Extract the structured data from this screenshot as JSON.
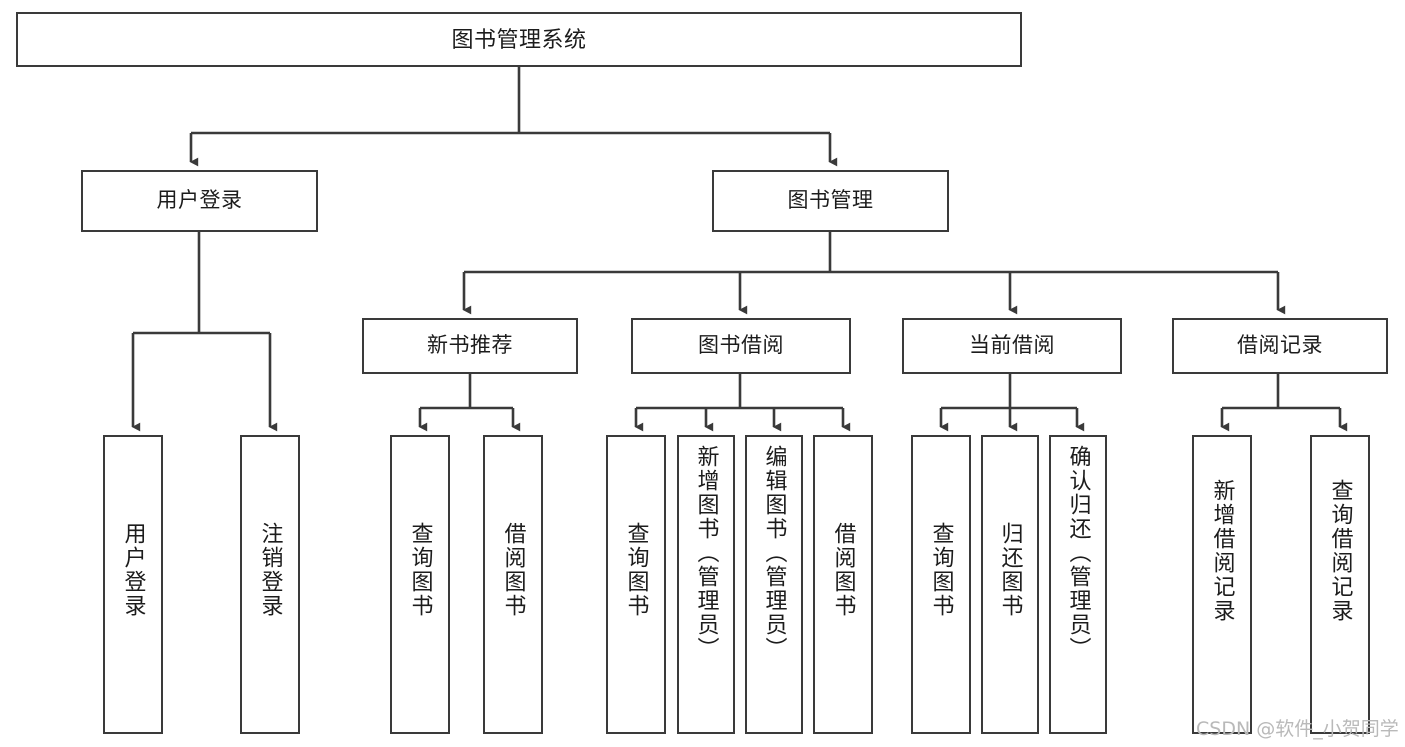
{
  "diagram": {
    "title": "图书管理系统",
    "type": "tree-hierarchy",
    "stroke_color": "#3a3a3a",
    "fill_color": "#ffffff",
    "text_color": "#1c1c1c"
  },
  "watermark": {
    "text": "CSDN @软件_小贺同学",
    "color": "#b9b9b9"
  },
  "nodes": {
    "root": {
      "label": "图书管理系统",
      "level": 1
    },
    "l2": [
      {
        "id": "user-login",
        "label": "用户登录",
        "level": 2
      },
      {
        "id": "book-manage",
        "label": "图书管理",
        "level": 2
      }
    ],
    "l3": [
      {
        "id": "new-book-rec",
        "label": "新书推荐",
        "level": 3,
        "parent": "book-manage"
      },
      {
        "id": "book-borrow",
        "label": "图书借阅",
        "level": 3,
        "parent": "book-manage"
      },
      {
        "id": "current-borrow",
        "label": "当前借阅",
        "level": 3,
        "parent": "book-manage"
      },
      {
        "id": "borrow-record",
        "label": "借阅记录",
        "level": 3,
        "parent": "book-manage"
      }
    ],
    "leaves": [
      {
        "id": "leaf-user-login",
        "label": "用户登录",
        "parent": "user-login"
      },
      {
        "id": "leaf-user-logout",
        "label": "注销登录",
        "parent": "user-login"
      },
      {
        "id": "leaf-query-book-1",
        "label": "查询图书",
        "parent": "new-book-rec"
      },
      {
        "id": "leaf-borrow-book-1",
        "label": "借阅图书",
        "parent": "new-book-rec"
      },
      {
        "id": "leaf-query-book-2",
        "label": "查询图书",
        "parent": "book-borrow"
      },
      {
        "id": "leaf-add-book",
        "label": "新增图书（管理员）",
        "parent": "book-borrow"
      },
      {
        "id": "leaf-edit-book",
        "label": "编辑图书（管理员）",
        "parent": "book-borrow"
      },
      {
        "id": "leaf-borrow-book-2",
        "label": "借阅图书",
        "parent": "book-borrow"
      },
      {
        "id": "leaf-query-book-3",
        "label": "查询图书",
        "parent": "current-borrow"
      },
      {
        "id": "leaf-return-book",
        "label": "归还图书",
        "parent": "current-borrow"
      },
      {
        "id": "leaf-confirm-return",
        "label": "确认归还（管理员）",
        "parent": "current-borrow"
      },
      {
        "id": "leaf-add-record",
        "label": "新增借阅记录",
        "parent": "borrow-record"
      },
      {
        "id": "leaf-query-record",
        "label": "查询借阅记录",
        "parent": "borrow-record"
      }
    ]
  }
}
